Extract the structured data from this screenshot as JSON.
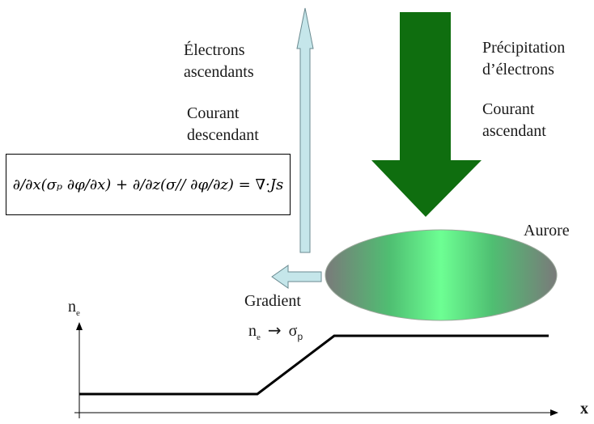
{
  "labels": {
    "electrons_up": [
      "Électrons",
      "ascendants"
    ],
    "current_down": [
      "Courant",
      "descendant"
    ],
    "precipitation": [
      "Précipitation",
      "d’électrons"
    ],
    "current_up": [
      "Courant",
      "ascendant"
    ],
    "aurora": "Aurore",
    "gradient": "Gradient",
    "gradient_relation": {
      "left": "n",
      "left_sub": "e",
      "arrow": "→",
      "right": "σ",
      "right_sub": "p"
    },
    "y_axis": {
      "main": "n",
      "sub": "e"
    },
    "x_axis": "x"
  },
  "equation": {
    "text": "∂/∂x(σₚ ∂φ/∂x) + ∂/∂z(σ// ∂φ/∂z) = ∇·Js"
  },
  "colors": {
    "up_arrow_fill": "#c5e6ea",
    "down_arrow_fill": "#0f6e0f",
    "aurora_center": "#6dff93",
    "aurora_edge": "#7a7a7a",
    "profile_line": "#000000"
  }
}
